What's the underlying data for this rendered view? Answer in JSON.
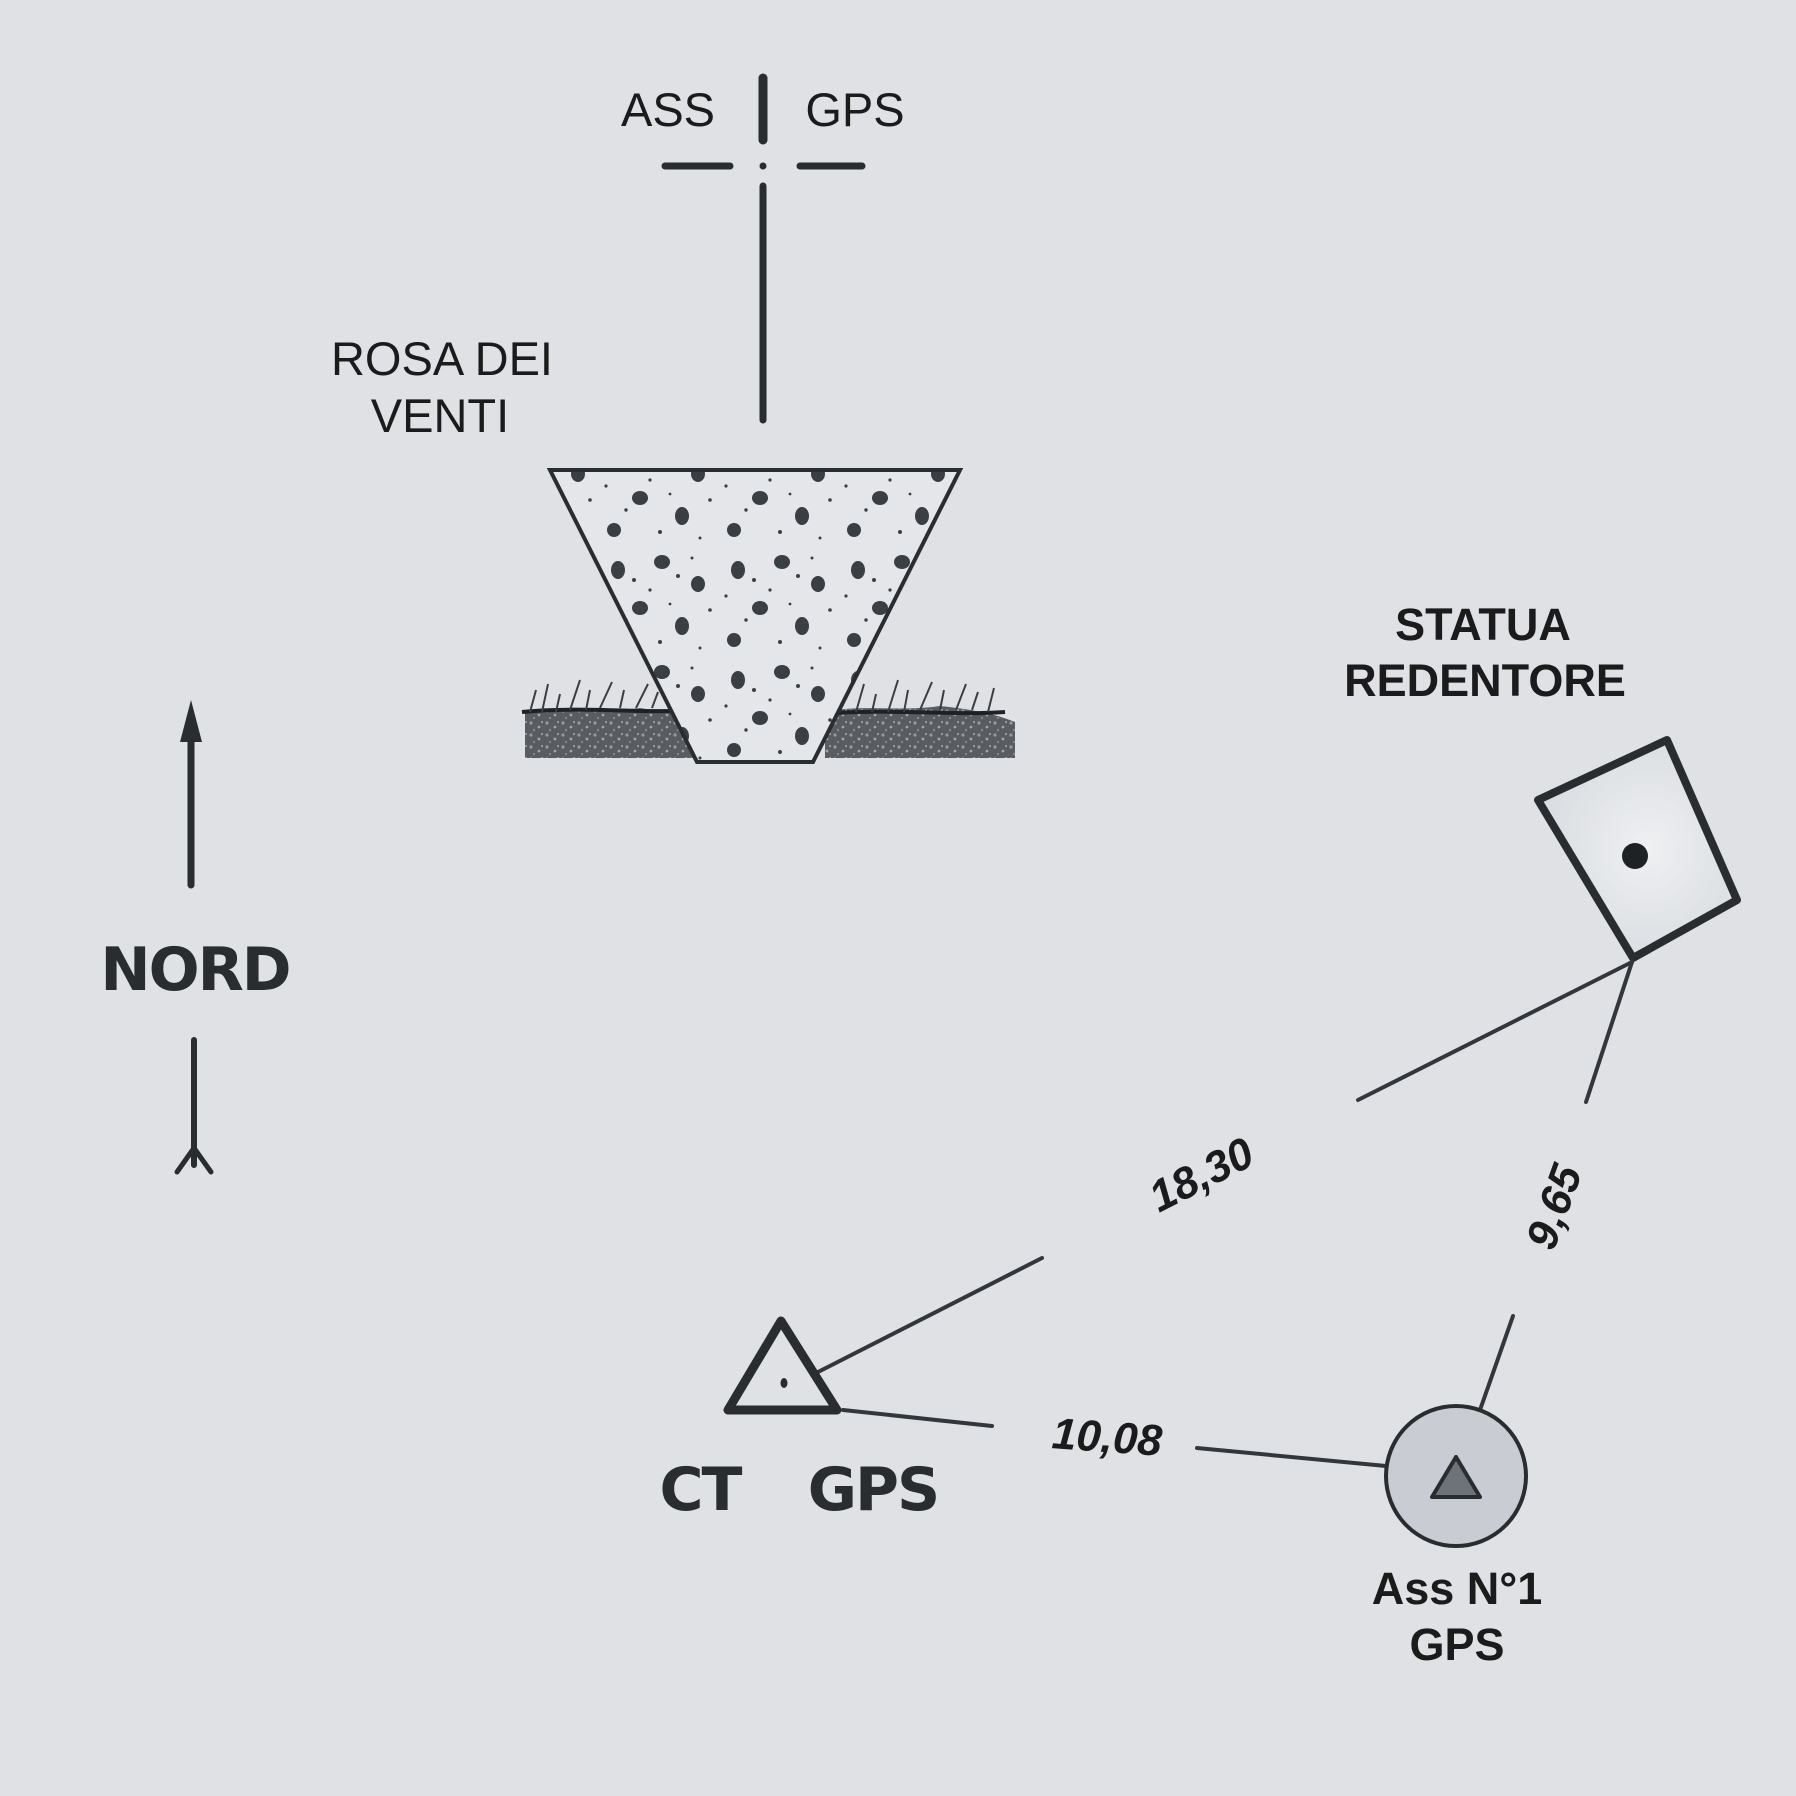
{
  "benchmark_label": {
    "left": "ASS",
    "right": "GPS"
  },
  "monument_label": {
    "line1": "ROSA DEI",
    "line2": "VENTI"
  },
  "north_label": "NORD",
  "statue_label": {
    "line1": "STATUA",
    "line2": "REDENTORE"
  },
  "control_point_label": {
    "left": "CT",
    "right": "GPS"
  },
  "assist_point_label": {
    "line1": "Ass N°1",
    "line2": "GPS"
  },
  "distances": {
    "ct_to_statue": "18,30",
    "assist_to_statue": "9,65",
    "ct_to_assist": "10,08"
  },
  "colors": {
    "background": "#dfe1e5",
    "ink": "#2a2d30",
    "assist_circle_fill": "#c9ccd2",
    "assist_triangle_fill": "#6e737a"
  }
}
